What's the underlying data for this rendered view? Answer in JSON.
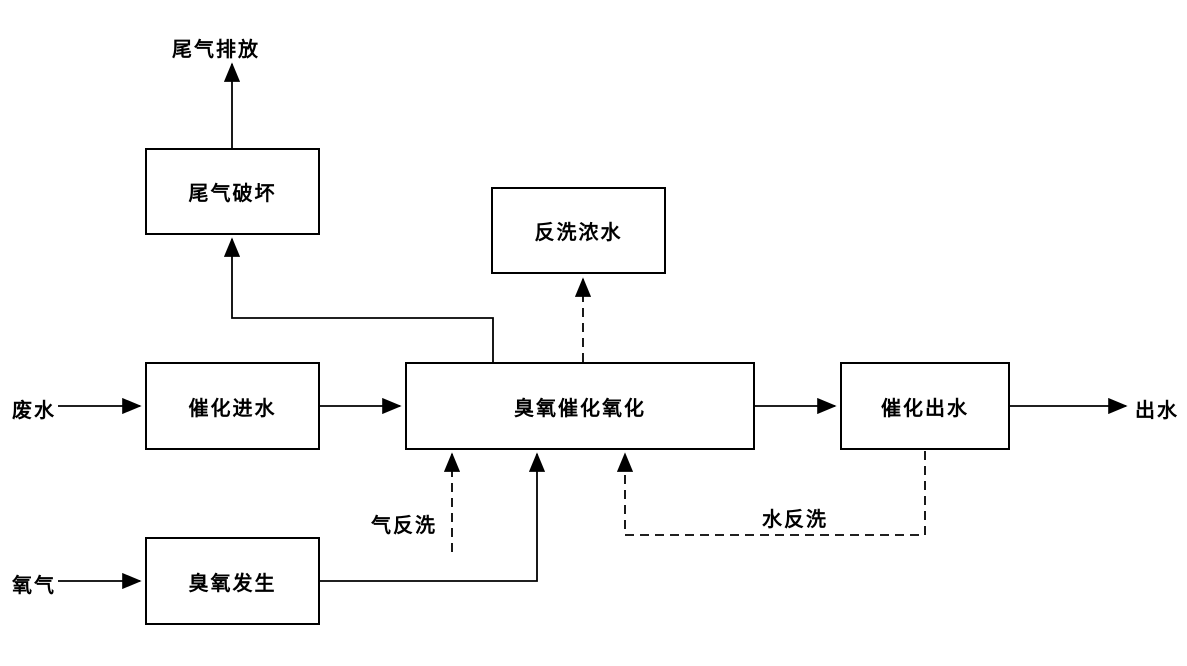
{
  "diagram": {
    "type": "process-flow",
    "background_color": "#ffffff",
    "line_color": "#000000",
    "nodes": [
      {
        "id": "tail-gas-destruction",
        "label": "尾气破坏"
      },
      {
        "id": "backwash-concentrate",
        "label": "反洗浓水"
      },
      {
        "id": "catalytic-inlet",
        "label": "催化进水"
      },
      {
        "id": "ozone-catalytic-oxidation",
        "label": "臭氧催化氧化"
      },
      {
        "id": "catalytic-outlet",
        "label": "催化出水"
      },
      {
        "id": "ozone-generation",
        "label": "臭氧发生"
      }
    ],
    "labels": [
      {
        "id": "tail-gas-discharge",
        "text": "尾气排放"
      },
      {
        "id": "wastewater-in",
        "text": "废水"
      },
      {
        "id": "water-out",
        "text": "出水"
      },
      {
        "id": "gas-backwash",
        "text": "气反洗"
      },
      {
        "id": "water-backwash",
        "text": "水反洗"
      },
      {
        "id": "oxygen-in",
        "text": "氧气"
      }
    ],
    "edges": [
      {
        "from": "废水",
        "to": "催化进水",
        "style": "solid"
      },
      {
        "from": "催化进水",
        "to": "臭氧催化氧化",
        "style": "solid"
      },
      {
        "from": "臭氧催化氧化",
        "to": "催化出水",
        "style": "solid"
      },
      {
        "from": "催化出水",
        "to": "出水",
        "style": "solid"
      },
      {
        "from": "臭氧催化氧化",
        "to": "尾气破坏",
        "style": "solid"
      },
      {
        "from": "尾气破坏",
        "to": "尾气排放",
        "style": "solid"
      },
      {
        "from": "氧气",
        "to": "臭氧发生",
        "style": "solid"
      },
      {
        "from": "臭氧发生",
        "to": "臭氧催化氧化",
        "style": "solid"
      },
      {
        "from": "臭氧催化氧化",
        "to": "反洗浓水",
        "style": "dashed"
      },
      {
        "from": "气反洗",
        "to": "臭氧催化氧化",
        "style": "dashed"
      },
      {
        "from": "催化出水",
        "to": "臭氧催化氧化",
        "style": "dashed",
        "label": "水反洗"
      }
    ]
  }
}
